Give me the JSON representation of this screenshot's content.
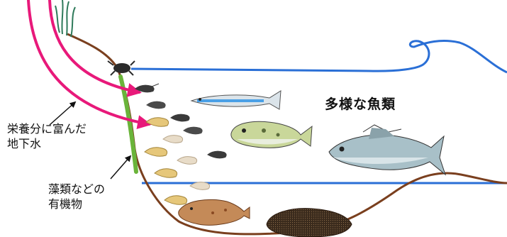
{
  "labels": {
    "fish_diversity": "多様な魚類",
    "groundwater_line1": "栄養分に富んだ",
    "groundwater_line2": "地下水",
    "organic_line1": "藻類などの",
    "organic_line2": "有機物"
  },
  "colors": {
    "water_surface": "#2a6fd6",
    "seabed": "#7a3f1e",
    "groundwater_arrow": "#e8197a",
    "algae": "#6ab43a",
    "annotation_line": "#111111"
  },
  "icons": {
    "shrimp": "shrimp-icon",
    "crab": "crab-icon",
    "sand_lance": "sand-lance-icon",
    "pufferfish": "pufferfish-icon",
    "sea_bass": "sea-bass-icon",
    "flounder": "flounder-icon",
    "sole": "sole-icon",
    "seagrass": "seagrass-icon"
  }
}
